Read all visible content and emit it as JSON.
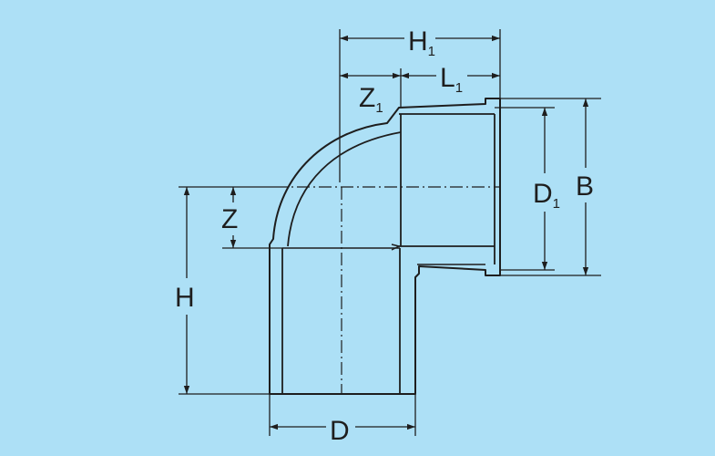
{
  "colors": {
    "background": "#ade0f6",
    "line": "#1e1e1e"
  },
  "labels": {
    "H1": {
      "main": "H",
      "sub": "1"
    },
    "L1": {
      "main": "L",
      "sub": "1"
    },
    "Z1": {
      "main": "Z",
      "sub": "1"
    },
    "D1": {
      "main": "D",
      "sub": "1"
    },
    "B": {
      "main": "B"
    },
    "Z": {
      "main": "Z"
    },
    "H": {
      "main": "H"
    },
    "D": {
      "main": "D"
    }
  }
}
